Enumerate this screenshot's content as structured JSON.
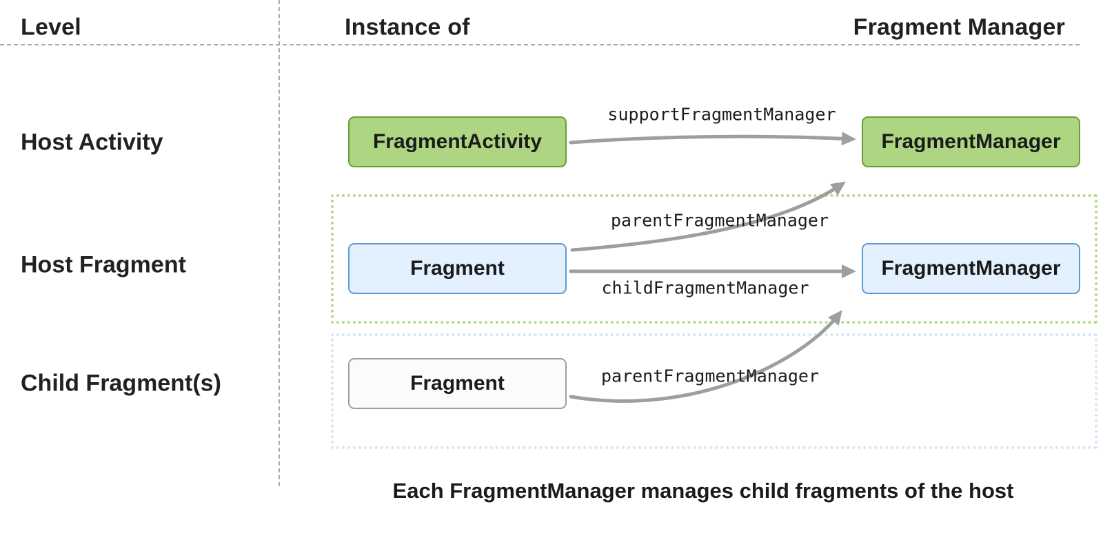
{
  "header": {
    "level": "Level",
    "instance_of": "Instance of",
    "fragment_manager": "Fragment Manager"
  },
  "row_labels": {
    "host_activity": "Host Activity",
    "host_fragment": "Host Fragment",
    "child_fragment": "Child Fragment(s)"
  },
  "nodes": {
    "fragment_activity": "FragmentActivity",
    "activity_fragment_manager": "FragmentManager",
    "host_fragment": "Fragment",
    "host_fragment_manager": "FragmentManager",
    "child_fragment": "Fragment"
  },
  "edge_labels": {
    "support_fragment_manager": "supportFragmentManager",
    "parent_fragment_manager_host": "parentFragmentManager",
    "child_fragment_manager": "childFragmentManager",
    "parent_fragment_manager_child": "parentFragmentManager"
  },
  "caption": "Each FragmentManager manages child fragments of the host",
  "colors": {
    "activity_fill": "#aed581",
    "activity_border": "#689f38",
    "fragment_fill": "#e3f0fd",
    "fragment_border": "#5b9bd5",
    "child_fill": "#fbfbfb",
    "child_border": "#9e9e9e",
    "host_fragment_group_border": "#b5da87",
    "child_fragment_group_border": "#d3e5f9",
    "arrow": "#9e9e9e",
    "guide_line": "#ababab",
    "text": "#202124"
  }
}
